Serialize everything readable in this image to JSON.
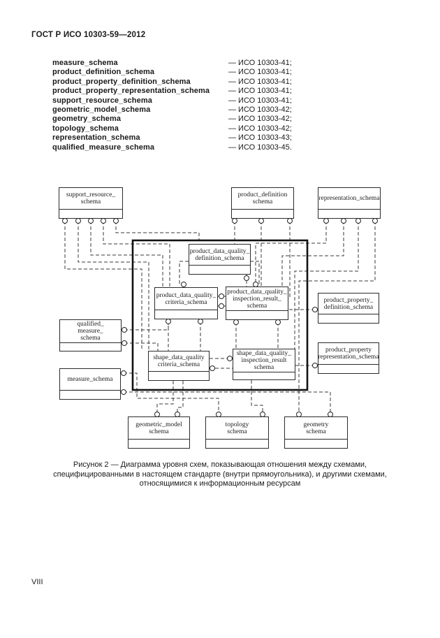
{
  "page": {
    "header": "ГОСТ Р ИСО 10303-59—2012",
    "page_number": "VIII"
  },
  "schema_list": {
    "items": [
      {
        "name": "measure_schema",
        "ref": "— ИСО 10303-41;"
      },
      {
        "name": "product_definition_schema",
        "ref": "— ИСО 10303-41;"
      },
      {
        "name": "product_property_definition_schema",
        "ref": "— ИСО 10303-41;"
      },
      {
        "name": "product_property_representation_schema",
        "ref": "— ИСО 10303-41;"
      },
      {
        "name": "support_resource_schema",
        "ref": "— ИСО 10303-41;"
      },
      {
        "name": "geometric_model_schema",
        "ref": "— ИСО 10303-42;"
      },
      {
        "name": "geometry_schema",
        "ref": "— ИСО 10303-42;"
      },
      {
        "name": "topology_schema",
        "ref": "— ИСО 10303-42;"
      },
      {
        "name": "representation_schema",
        "ref": "— ИСО 10303-43;"
      },
      {
        "name": "qualified_measure_schema",
        "ref": "— ИСО 10303-45."
      }
    ]
  },
  "diagram": {
    "boxes": [
      {
        "id": "support-resource-schema",
        "label": "support_resource_\nschema"
      },
      {
        "id": "product-definition-schema",
        "label": "product_definition\nschema"
      },
      {
        "id": "representation-schema",
        "label": "representation_schema"
      },
      {
        "id": "product-data-quality-definition-schema",
        "label": "product_data_quality_\ndefinition_schema"
      },
      {
        "id": "product-data-quality-criteria-schema",
        "label": "product_data_quality_\ncriteria_schema"
      },
      {
        "id": "product-data-quality-inspection-result-schema",
        "label": "product_data_quality_\ninspection_result_\nschema"
      },
      {
        "id": "qualified-measure-schema",
        "label": "qualified_\nmeasure_\nschema"
      },
      {
        "id": "measure-schema",
        "label": "measure_schema"
      },
      {
        "id": "shape-data-quality-criteria-schema",
        "label": "shape_data_quality\ncriteria_schema"
      },
      {
        "id": "shape-data-quality-inspection-result-schema",
        "label": "shape_data_quality_\ninspection_result\nschema"
      },
      {
        "id": "product-property-definition-schema",
        "label": "product_property_\ndefinition_schema"
      },
      {
        "id": "product-property-representation-schema",
        "label": "product_property\nrepresentation_schema"
      },
      {
        "id": "geometric-model-schema",
        "label": "geometric_model\nschema"
      },
      {
        "id": "topology-schema",
        "label": "topology\nschema"
      },
      {
        "id": "geometry-schema",
        "label": "geometry\nschema"
      }
    ]
  },
  "figure": {
    "caption": "Рисунок 2 — Диаграмма уровня схем, показывающая отношения между схемами,\nспецифицированными в настоящем стандарте (внутри прямоугольника), и другими схемами,\nотносящимися к информационным ресурсам"
  }
}
